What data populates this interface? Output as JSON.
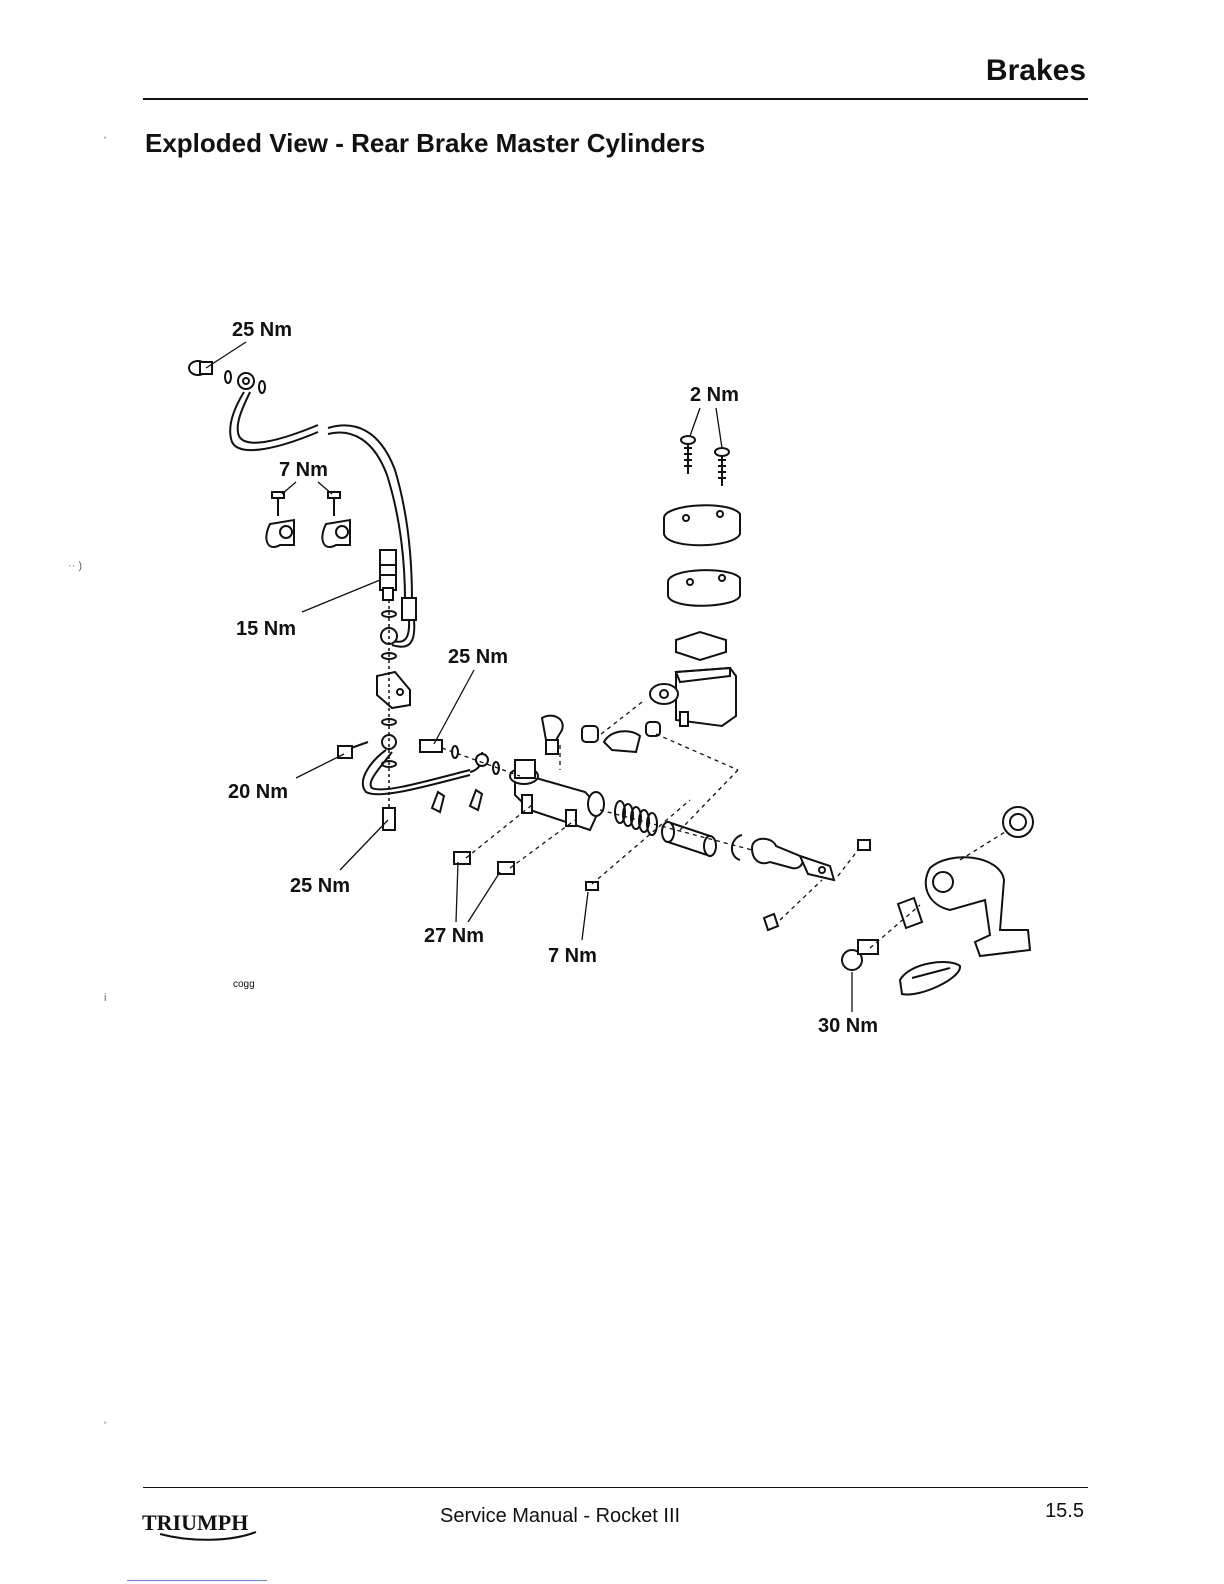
{
  "header": {
    "section": "Brakes",
    "title": "Exploded View - Rear Brake Master Cylinders"
  },
  "diagram": {
    "torque_labels": {
      "hose_banjo": "25 Nm",
      "reservoir_screws": "2 Nm",
      "hose_clamp_bolts": "7 Nm",
      "pressure_switch": "15 Nm",
      "pipe_banjo": "25 Nm",
      "mount_bolt": "20 Nm",
      "bleed_valve": "25 Nm",
      "cylinder_bolts": "27 Nm",
      "reservoir_bolt": "7 Nm",
      "pivot_bolt": "30 Nm"
    },
    "figure_code": "cogg"
  },
  "footer": {
    "logo": "TRIUMPH",
    "manual": "Service Manual - Rocket III",
    "page": "15.5"
  }
}
